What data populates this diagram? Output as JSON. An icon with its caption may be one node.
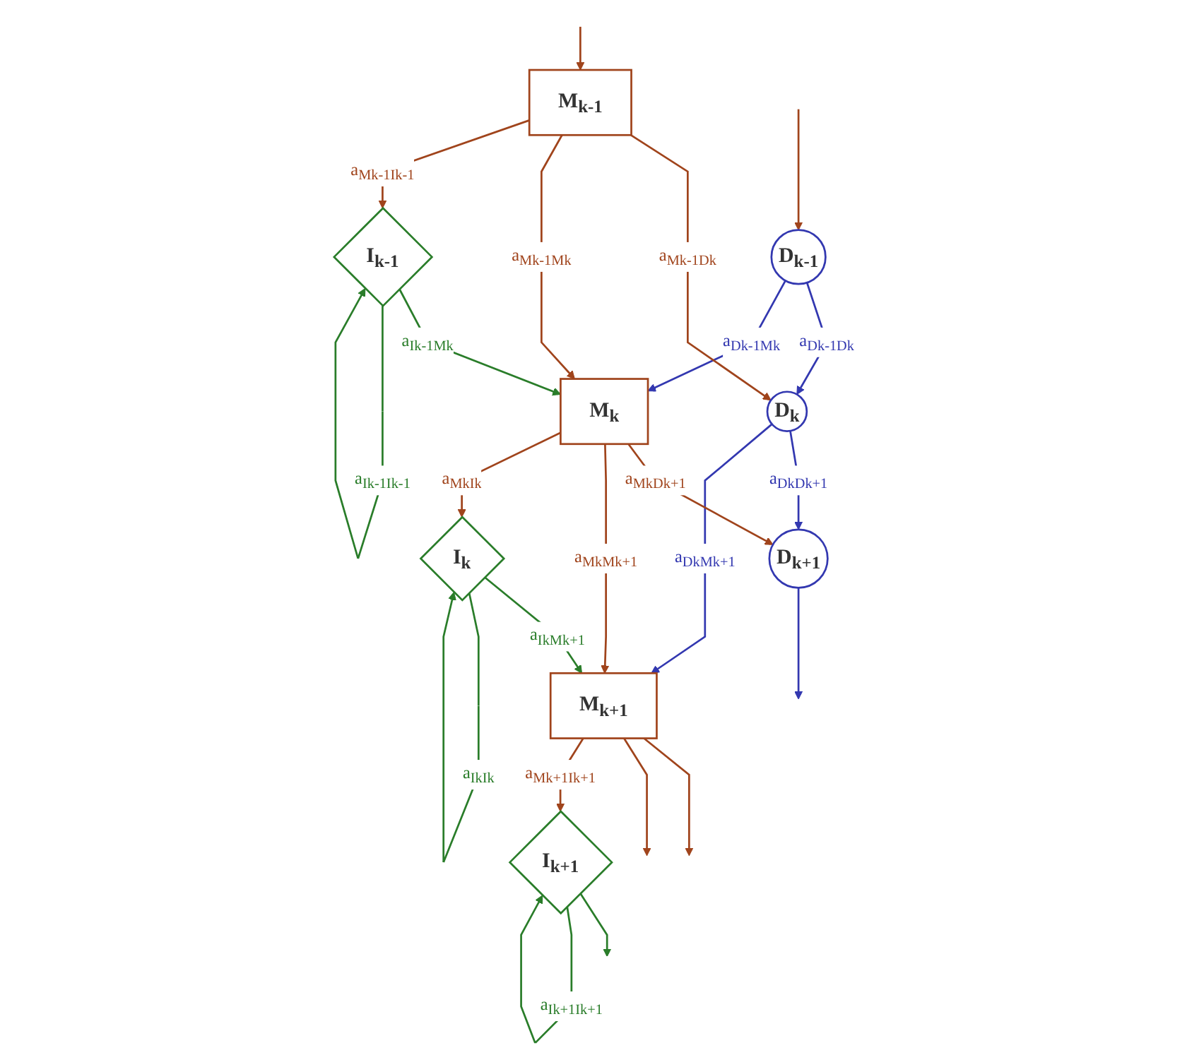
{
  "diagram": {
    "nodes": [
      {
        "text": [
          "D$_{k-1}$"
        ]
      },
      {
        "text": [
          "D$_{k}$"
        ]
      },
      {
        "text": [
          "D$_{k+1}$"
        ]
      },
      {
        "text": [
          "M$_{k-1}$"
        ]
      },
      {
        "text": [
          "M$_{k}$"
        ]
      },
      {
        "text": [
          "M$_{k+1}$"
        ]
      },
      {
        "text": [
          "I$_{k-1}$"
        ]
      },
      {
        "text": [
          "I$_{k}$"
        ]
      },
      {
        "text": [
          "I$_{k+1}$"
        ]
      }
    ],
    "edges": [
      {
        "from": null,
        "to": 0,
        "arrow": "to"
      },
      {
        "from": 0,
        "to": 1,
        "arrow": "to",
        "label": "a$_{Dk-1Dk}$",
        "color": "#3338b0"
      },
      {
        "from": 1,
        "to": 2,
        "arrow": "to",
        "label": "a$_{DkDk+1}$",
        "color": "#3338b0"
      },
      {
        "from": 2,
        "to": null,
        "arrow": "to",
        "color": "#3338b0"
      },
      {
        "from": 0,
        "to": 4,
        "arrow": "to",
        "label": "a$_{Dk-1Mk}$",
        "color": "#3338b0"
      },
      {
        "from": 1,
        "to": 5,
        "arrow": "to",
        "label": "a$_{DkMk+1}$",
        "color": "#3338b0"
      },
      {
        "from": null,
        "to": 3,
        "arrow": "to"
      },
      {
        "from": 3,
        "to": 1,
        "arrow": "to",
        "label": "a$_{Mk-1Dk}$"
      },
      {
        "from": 3,
        "to": 4,
        "arrow": "to",
        "label": "a$_{Mk-1Mk}$"
      },
      {
        "from": 4,
        "to": 2,
        "arrow": "to",
        "label": "a$_{MkDk+1}$"
      },
      {
        "from": 4,
        "to": 5,
        "arrow": "to",
        "label": "a$_{MkMk+1}$"
      },
      {
        "from": 5,
        "to": null,
        "arrow": "to"
      },
      {
        "from": 5,
        "to": null,
        "arrow": "to"
      },
      {
        "from": 3,
        "to": 6,
        "arrow": "to",
        "label": "a$_{Mk-1Ik-1}$"
      },
      {
        "from": 4,
        "to": 7,
        "arrow": "to",
        "label": "a$_{MkIk}$"
      },
      {
        "from": 5,
        "to": 8,
        "arrow": "to",
        "label": "a$_{Mk+1Ik+1}$"
      },
      {
        "from": 6,
        "to": 4,
        "arrow": "to",
        "label": "a$_{Ik-1Mk}$",
        "color": "#2a7d2a"
      },
      {
        "from": 7,
        "to": 5,
        "arrow": "to",
        "label": "a$_{IkMk+1}$",
        "color": "#2a7d2a"
      },
      {
        "from": 8,
        "to": null,
        "arrow": "to",
        "color": "#2a7d2a"
      },
      {
        "from": 6,
        "to": 6,
        "arrow": "to",
        "label": "a$_{Ik-1Ik-1}$",
        "color": "#2a7d2a"
      },
      {
        "from": 7,
        "to": 7,
        "arrow": "to",
        "label": "a$_{IkIk}$",
        "color": "#2a7d2a"
      },
      {
        "from": 8,
        "to": 8,
        "arrow": "to",
        "label": "a$_{Ik+1Ik+1}$",
        "color": "#2a7d2a"
      }
    ]
  }
}
